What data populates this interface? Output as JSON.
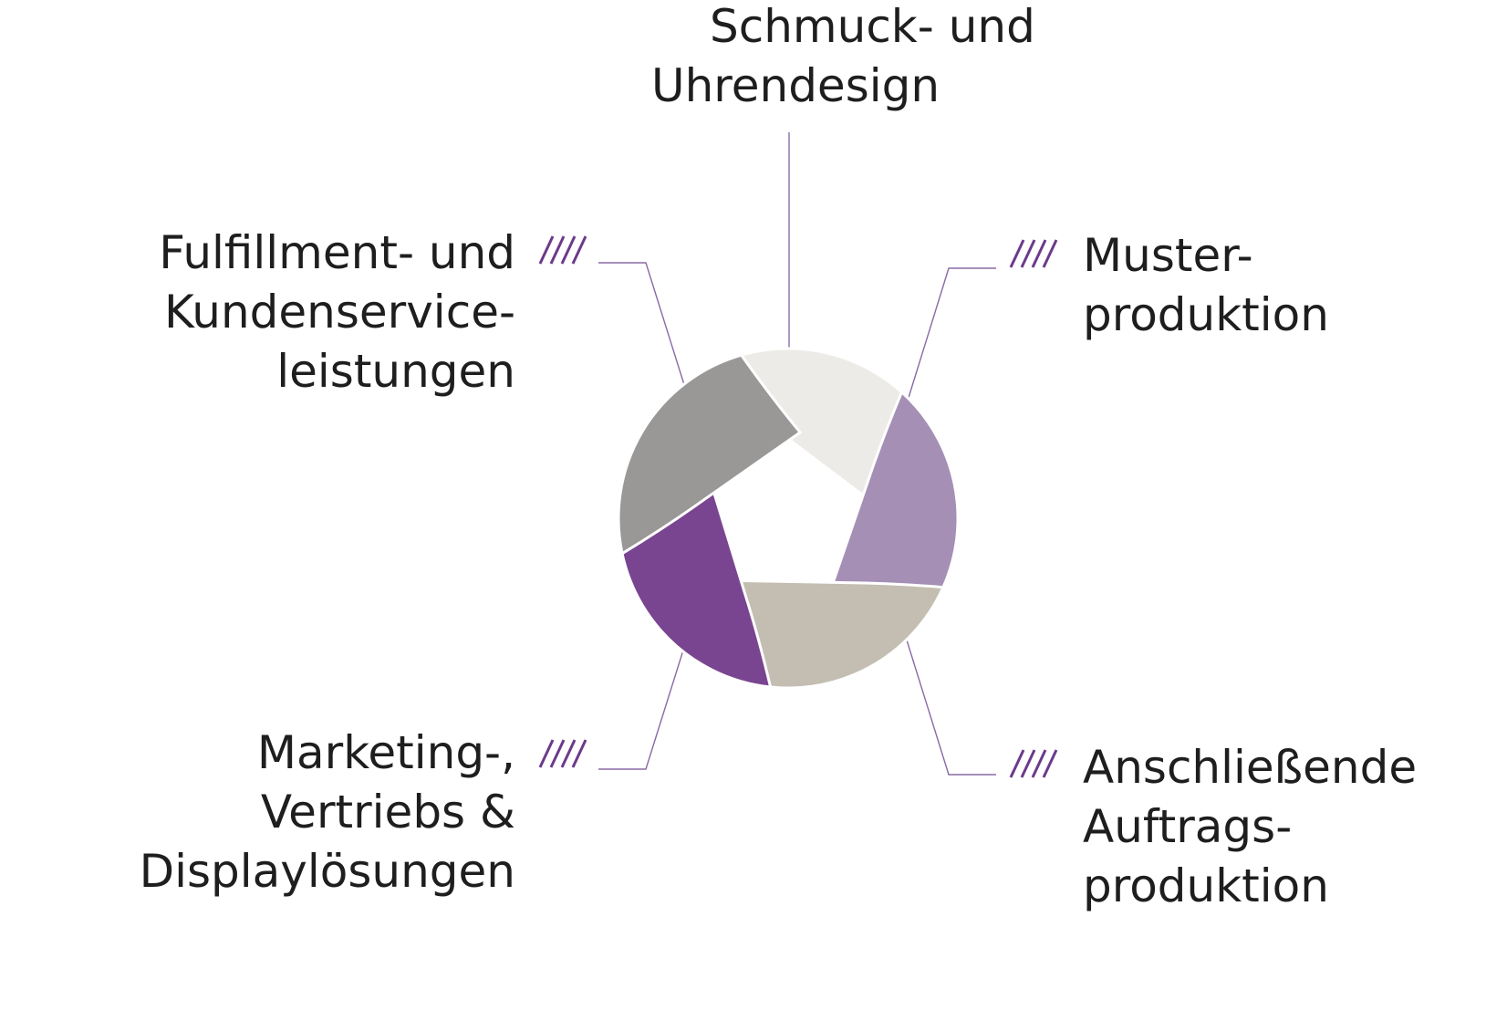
{
  "cycle": {
    "segments": [
      {
        "id": "top",
        "color": "#ecebe7",
        "lines": [
          "Schmuck- und",
          "Uhrendesign"
        ]
      },
      {
        "id": "upper-right",
        "color": "#a58fb5",
        "lines": [
          "Muster-",
          "produktion"
        ]
      },
      {
        "id": "lower-right",
        "color": "#c3beb1",
        "lines": [
          "Anschließende",
          "Auftrags-",
          "produktion"
        ]
      },
      {
        "id": "lower-left",
        "color": "#7a4590",
        "lines": [
          "Marketing-,",
          "Vertriebs &",
          "Displaylösungen"
        ]
      },
      {
        "id": "upper-left",
        "color": "#9a9797",
        "lines": [
          "Fulfillment- und",
          "Kundenservice-",
          "leistungen"
        ]
      }
    ]
  },
  "colors": {
    "leader": "#8a6aa6",
    "hatch": "#6b3a8c",
    "text": "#1e1e1e"
  },
  "icons": {
    "hatch-marker": "four parallel diagonal strokes"
  }
}
